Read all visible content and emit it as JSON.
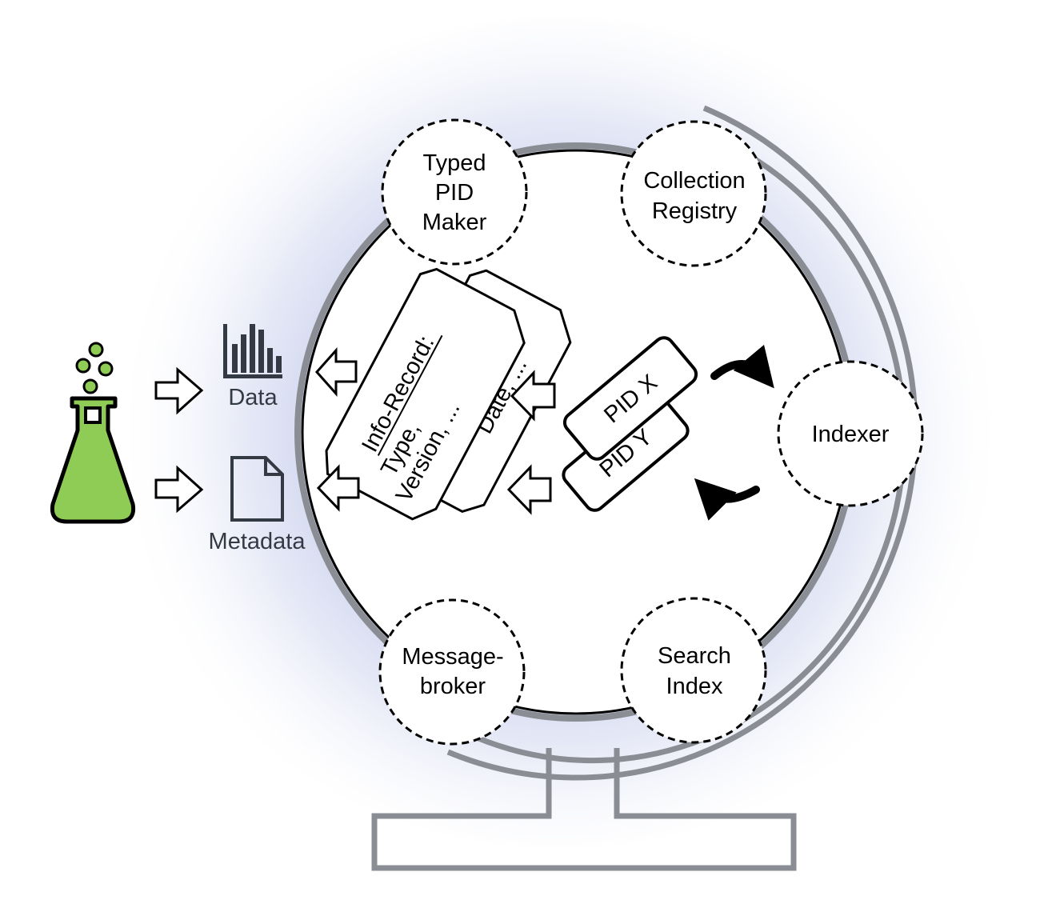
{
  "nodes": {
    "typed_pid_maker": [
      "Typed",
      "PID",
      "Maker"
    ],
    "collection_registry": [
      "Collection",
      "Registry"
    ],
    "indexer": [
      "Indexer"
    ],
    "message_broker": [
      "Message-",
      "broker"
    ],
    "search_index": [
      "Search",
      "Index"
    ]
  },
  "inputs": {
    "data_label": "Data",
    "metadata_label": "Metadata"
  },
  "info_record": {
    "title": "Info-Record:",
    "line1": "Type,",
    "line2": "Version, ...",
    "back_line": "Date, ..."
  },
  "pids": {
    "front": "PID X",
    "back": "PID Y"
  },
  "colors": {
    "flask_green": "#8fcc55",
    "globe_frame": "#8a8d93",
    "halo": "#c9d0ec",
    "icon_dark": "#333a44"
  }
}
